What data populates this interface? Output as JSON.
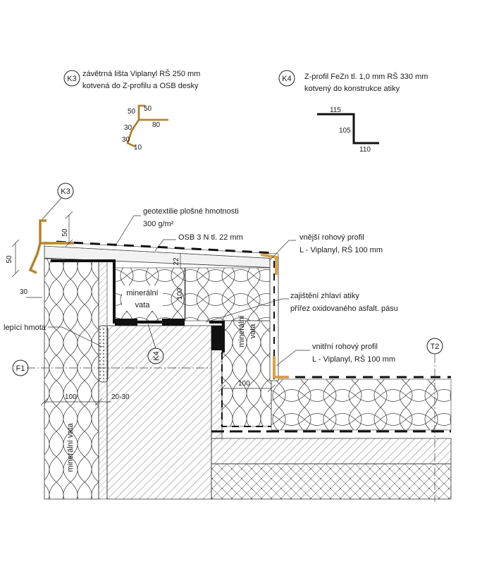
{
  "detail_k3": {
    "tag": "K3",
    "line1": "závětrná lišta Viplanyl RŠ 250 mm",
    "line2": "kotvená do Z-profilu a OSB desky",
    "dims": [
      "50",
      "50",
      "80",
      "30",
      "30",
      "10"
    ]
  },
  "detail_k4": {
    "tag": "K4",
    "line1": "Z-profil FeZn tl. 1,0 mm RŠ 330 mm",
    "line2": "kotvený do konstrukce atiky",
    "dims": [
      "115",
      "105",
      "110"
    ]
  },
  "labels": {
    "geotextile_1": "geotextilie plošné hmotnosti",
    "geotextile_2": "300 g/m²",
    "osb": "OSB 3 N tl. 22 mm",
    "outer_profile_1": "vnější rohový profil",
    "outer_profile_2": "L - Viplanyl, RŠ 100 mm",
    "secure_1": "zajištění zhlaví atiky",
    "secure_2": "přířez oxidovaného asfalt. pásu",
    "inner_profile_1": "vnitřní rohový profil",
    "inner_profile_2": "L - Viplanyl, RŠ 100 mm",
    "glue": "lepící hmota",
    "wool": "minerální",
    "wool2": "vata",
    "wool_vertical": "minerální vata",
    "k3_tag": "K3",
    "k4_tag": "K4",
    "f1_tag": "F1",
    "t2_tag": "T2"
  },
  "dimensions": {
    "d50_top": "50",
    "d50_left": "50",
    "d30": "30",
    "d22": "22",
    "d100_v": "100",
    "d100_left": "100",
    "d20_30": "20-30",
    "d100_right": "100"
  },
  "colors": {
    "flashing": "#d7a14a",
    "metal": "#111111",
    "line": "#222222"
  }
}
